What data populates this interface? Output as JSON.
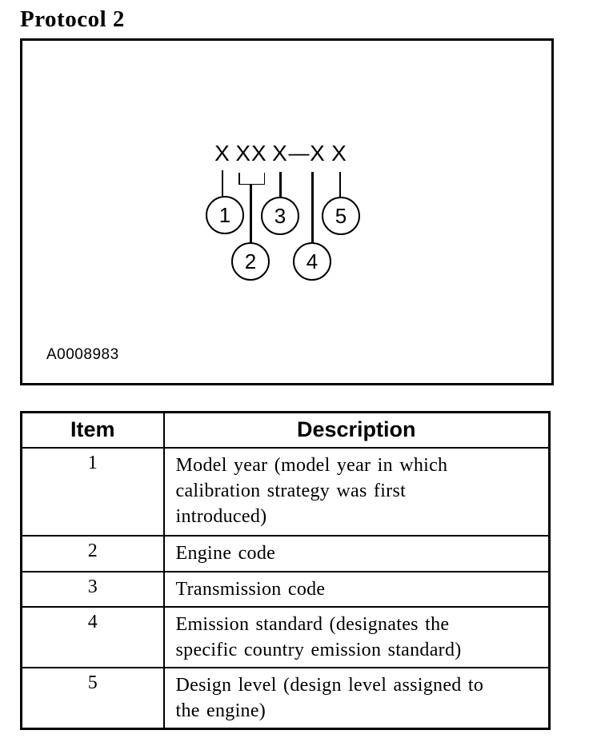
{
  "page": {
    "title": "Protocol 2"
  },
  "colors": {
    "ink": "#000000",
    "background": "#ffffff"
  },
  "diagram": {
    "figure_label": "A0008983",
    "code_pattern": "X XX X — X X",
    "code_chars": [
      "X",
      "XX",
      "X",
      "—",
      "X",
      "X"
    ],
    "callouts": [
      "1",
      "2",
      "3",
      "4",
      "5"
    ]
  },
  "table": {
    "headers": {
      "item": "Item",
      "description": "Description"
    },
    "rows": [
      {
        "item": "1",
        "description": "Model year (model year in which\ncalibration strategy was first\nintroduced)"
      },
      {
        "item": "2",
        "description": "Engine code"
      },
      {
        "item": "3",
        "description": "Transmission code"
      },
      {
        "item": "4",
        "description": "Emission standard (designates the\nspecific country emission standard)"
      },
      {
        "item": "5",
        "description": "Design level (design level assigned to\nthe engine)"
      }
    ]
  }
}
